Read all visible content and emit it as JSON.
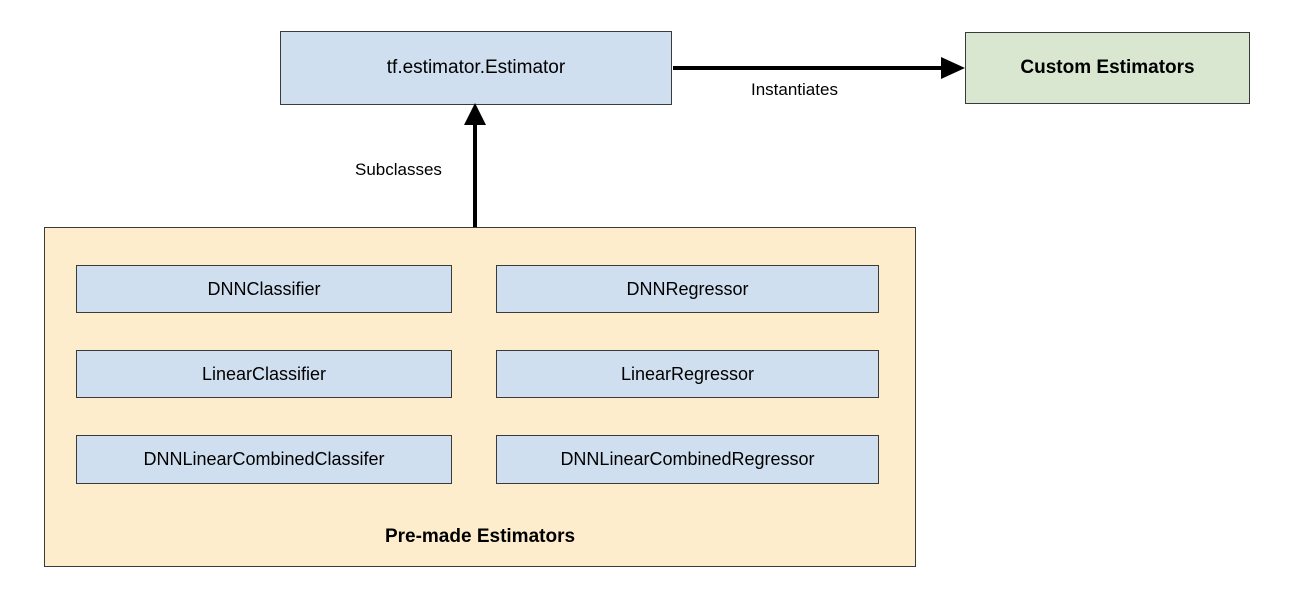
{
  "diagram": {
    "title_root": "tf.estimator.Estimator",
    "custom": {
      "label": "Custom Estimators",
      "color": "#d9e7d1"
    },
    "premade": {
      "label": "Pre-made Estimators",
      "color": "#fdedcd",
      "items": [
        {
          "label": "DNNClassifier"
        },
        {
          "label": "DNNRegressor"
        },
        {
          "label": "LinearClassifier"
        },
        {
          "label": "LinearRegressor"
        },
        {
          "label": "DNNLinearCombinedClassifer"
        },
        {
          "label": "DNNLinearCombinedRegressor"
        }
      ]
    },
    "edges": [
      {
        "label": "Instantiates",
        "from": "tf.estimator.Estimator",
        "to": "Custom Estimators"
      },
      {
        "label": "Subclasses",
        "from": "Pre-made Estimators",
        "to": "tf.estimator.Estimator"
      }
    ],
    "colors": {
      "node_blue": "#cfdfef",
      "node_green": "#d9e7d1",
      "node_beige": "#fdedcd",
      "border": "#3a3a3a",
      "edge": "#000000",
      "background": "#ffffff"
    }
  }
}
